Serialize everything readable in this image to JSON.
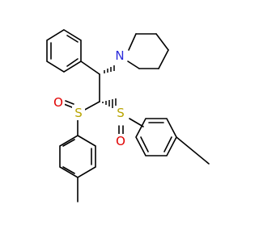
{
  "molecule": {
    "atoms": {
      "nitrogen": "N",
      "sulfur_left": "S",
      "sulfur_right": "S",
      "oxygen_left": "O",
      "oxygen_right": "O"
    },
    "colors": {
      "bond": "#000000",
      "nitrogen": "#2b2bdb",
      "sulfur": "#b8a400",
      "oxygen": "#e00000"
    }
  }
}
